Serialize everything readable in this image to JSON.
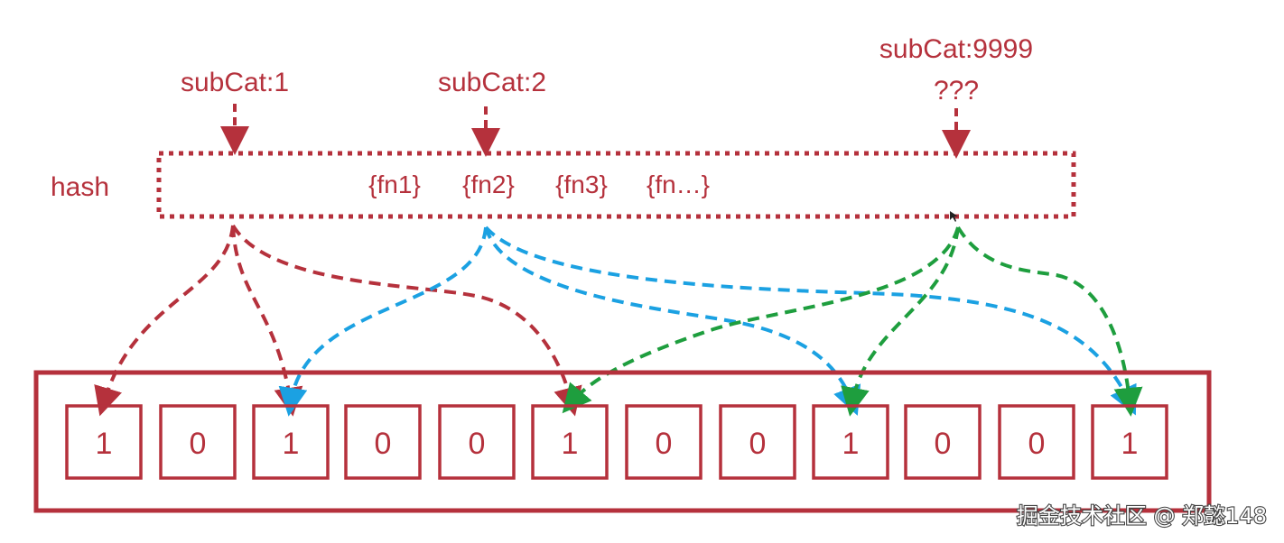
{
  "colors": {
    "primary": "#b5313c",
    "key_1": "#b5313c",
    "key_2": "#1ba1e2",
    "key_9999": "#1e9e3e"
  },
  "keys": [
    {
      "label": "subCat:1",
      "extra": ""
    },
    {
      "label": "subCat:2",
      "extra": ""
    },
    {
      "label": "subCat:9999",
      "extra": "???"
    }
  ],
  "hash": {
    "label": "hash",
    "functions": [
      "{fn1}",
      "{fn2}",
      "{fn3}",
      "{fn…}"
    ]
  },
  "bit_array": [
    "1",
    "0",
    "1",
    "0",
    "0",
    "1",
    "0",
    "0",
    "1",
    "0",
    "0",
    "1"
  ],
  "mappings": [
    {
      "key": "subCat:1",
      "color": "#b5313c",
      "bits": [
        0,
        2,
        5
      ]
    },
    {
      "key": "subCat:2",
      "color": "#1ba1e2",
      "bits": [
        2,
        8,
        11
      ]
    },
    {
      "key": "subCat:9999",
      "color": "#1e9e3e",
      "bits": [
        5,
        8,
        11
      ]
    }
  ],
  "watermark": "掘金技术社区 @ 郑懿148"
}
